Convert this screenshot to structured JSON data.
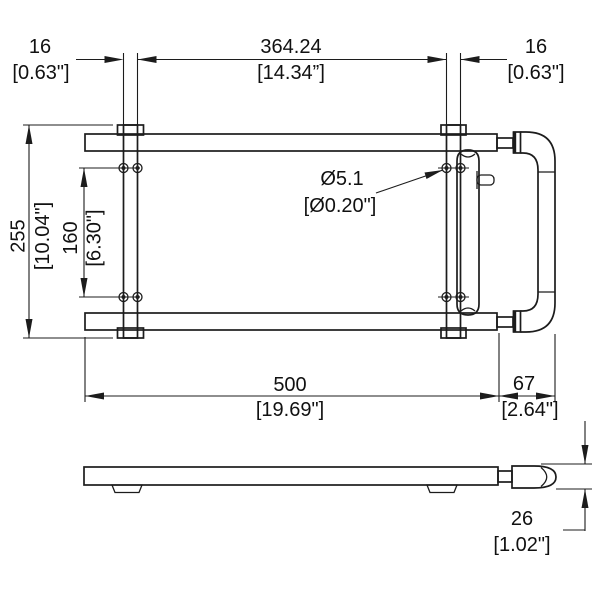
{
  "drawing": {
    "type": "engineering-dimension-drawing",
    "units": "mm [inch]",
    "colors": {
      "line": "#1c1c1c",
      "text": "#111111",
      "background": "#ffffff"
    }
  },
  "dimensions": {
    "post_width_left": {
      "mm": "16",
      "inch": "[0.63\"]"
    },
    "posts_inner_span": {
      "mm": "364.24",
      "inch": "[14.34”]"
    },
    "post_width_right": {
      "mm": "16",
      "inch": "[0.63\"]"
    },
    "overall_width": {
      "mm": "255",
      "inch": "[10.04\"]"
    },
    "hole_row_spacing": {
      "mm": "160",
      "inch": "[6.30\"]"
    },
    "hole_diameter": {
      "mm": "Ø5.1",
      "inch": "[Ø0.20\"]"
    },
    "body_length": {
      "mm": "500",
      "inch": "[19.69\"]"
    },
    "handle_length": {
      "mm": "67",
      "inch": "[2.64\"]"
    },
    "handle_thickness": {
      "mm": "26",
      "inch": "[1.02\"]"
    }
  }
}
